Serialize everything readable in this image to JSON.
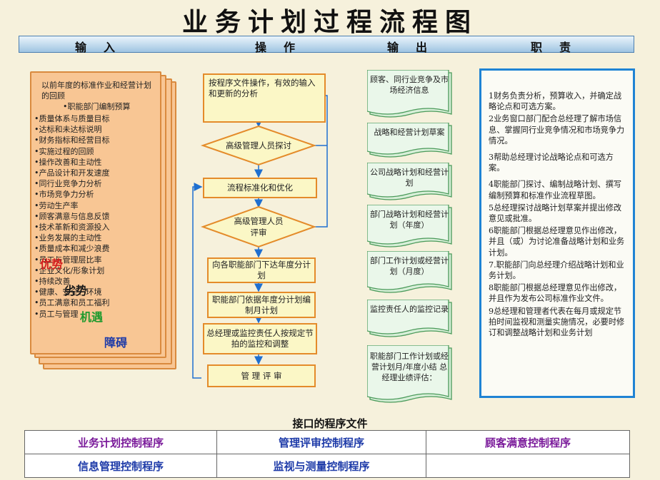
{
  "title": "业务计划过程流程图",
  "header": {
    "col1": "输入",
    "col2": "操作",
    "col3": "输出",
    "col4": "职责"
  },
  "inputs": {
    "heading": "以前年度的标准作业和经营计划的回顾",
    "sub": "•职能部门编制预算",
    "items": [
      "•质量体系与质量目标",
      "•达标和未达标说明",
      "•财务指标和经营目标",
      "•实施过程的回顾",
      "•操作改善和主动性",
      "•产品设计和开发速度",
      "•同行业竞争力分析",
      "•市场竞争力分析",
      "•劳动生产率",
      "•顾客满意与信息反馈",
      "•技术革新和资源投入",
      "•业务发展的主动性",
      "•质量成本和减少浪费",
      "•员工与管理层比率",
      "•企业文化/形象计划",
      "•持续改善",
      "•健康、安全、环境",
      "•员工满意和员工福利",
      "•员工与管理"
    ],
    "tags": {
      "strength": "优势",
      "weakness": "劣势",
      "opportunity": "机遇",
      "obstacle": "障碍"
    }
  },
  "flow": {
    "s1": "按程序文件操作，有效的输入和更新的分析",
    "d1": "高级管理人员探讨",
    "s2": "流程标准化和优化",
    "d2a": "高级管理人员",
    "d2b": "评审",
    "s3": "向各职能部门下达年度分计划",
    "s4": "职能部门依据年度分计划编制月计划",
    "s5": "总经理或监控责任人按规定节拍的监控和调整",
    "s6": "管 理 评 审"
  },
  "outputs": [
    "顾客、同行业竞争及市场经济信息",
    "战略和经营计划草案",
    "公司战略计划和经营计划",
    "部门战略计划和经营计划（年度）",
    "部门工作计划或经营计划（月度）",
    "监控责任人的监控记录",
    "职能部门工作计划或经营计划月/年度小结 总经理业绩评估："
  ],
  "responsibilities": [
    "1财务负责分析，预算收入，并确定战略论点和可选方案。",
    "2业务窗口部门配合总经理了解市场信息、掌握同行业竞争情况和市场竞争力情况。",
    "3帮助总经理讨论战略论点和可选方案。",
    "4职能部门探讨、编制战略计划、撰写编制预算和标准作业流程草图。",
    "5总经理探讨战略计划草案并提出修改意见或批准。",
    "6职能部门根据总经理意见作出修改，并且（或）为讨论准备战略计划和业务计划。",
    "7.职能部门向总经理介绍战略计划和业务计划。",
    "8职能部门根据总经理意见作出修改，并且作为发布公司标准作业文件。",
    "9总经理和管理者代表在每月或规定节拍时间监视和测量实施情况，必要时修订和调整战略计划和业务计划"
  ],
  "interface": {
    "title": "接口的程序文件",
    "rows": [
      [
        "业务计划控制程序",
        "管理评审控制程序",
        "顾客满意控制程序"
      ],
      [
        "信息管理控制程序",
        "监视与测量控制程序",
        ""
      ]
    ]
  },
  "colors": {
    "input_fill": "#f8c694",
    "flow_border": "#e48b2a",
    "doc_fill": "#d7efd8",
    "resp_border": "#1f83d4",
    "purple": "#7a1a9a"
  }
}
